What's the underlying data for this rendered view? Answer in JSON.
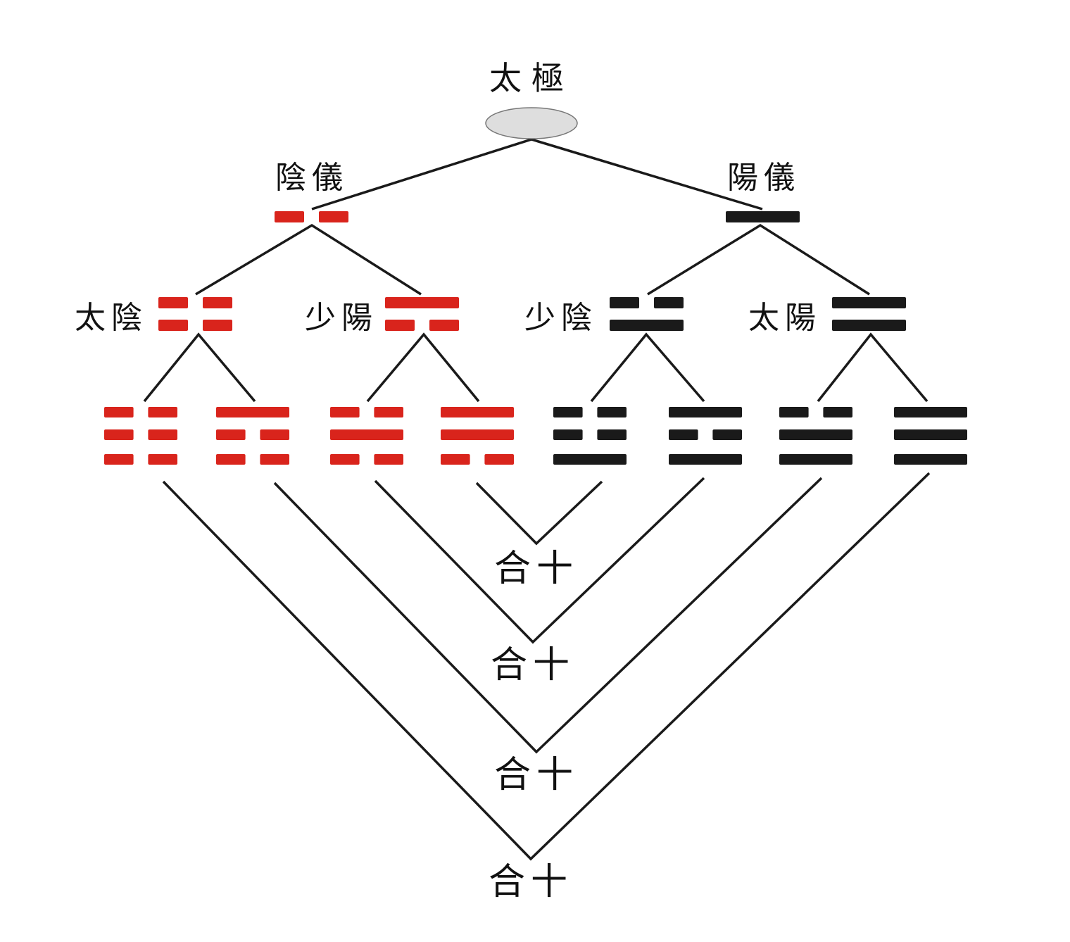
{
  "colors": {
    "yin": "#d9241c",
    "yang": "#1a1a1a",
    "line": "#1a1a1a",
    "taiji_fill": "#dedede"
  },
  "root": {
    "label": "太極"
  },
  "level1": [
    {
      "label": "陰儀",
      "lines": [
        "yin"
      ],
      "color": "yin"
    },
    {
      "label": "陽儀",
      "lines": [
        "yang"
      ],
      "color": "yang"
    }
  ],
  "level2": [
    {
      "label": "太陰",
      "lines": [
        "yin",
        "yin"
      ],
      "color": "yin"
    },
    {
      "label": "少陽",
      "lines": [
        "yang",
        "yin"
      ],
      "color": "yin"
    },
    {
      "label": "少陰",
      "lines": [
        "yin",
        "yang"
      ],
      "color": "yang"
    },
    {
      "label": "太陽",
      "lines": [
        "yang",
        "yang"
      ],
      "color": "yang"
    }
  ],
  "level3": [
    {
      "lines": [
        "yin",
        "yin",
        "yin"
      ],
      "color": "yin"
    },
    {
      "lines": [
        "yang",
        "yin",
        "yin"
      ],
      "color": "yin"
    },
    {
      "lines": [
        "yin",
        "yang",
        "yin"
      ],
      "color": "yin"
    },
    {
      "lines": [
        "yang",
        "yang",
        "yin"
      ],
      "color": "yin"
    },
    {
      "lines": [
        "yin",
        "yin",
        "yang"
      ],
      "color": "yang"
    },
    {
      "lines": [
        "yang",
        "yin",
        "yang"
      ],
      "color": "yang"
    },
    {
      "lines": [
        "yin",
        "yang",
        "yang"
      ],
      "color": "yang"
    },
    {
      "lines": [
        "yang",
        "yang",
        "yang"
      ],
      "color": "yang"
    }
  ],
  "pairs": [
    {
      "label": "合十",
      "members": [
        4,
        5
      ]
    },
    {
      "label": "合十",
      "members": [
        3,
        6
      ]
    },
    {
      "label": "合十",
      "members": [
        2,
        7
      ]
    },
    {
      "label": "合十",
      "members": [
        1,
        8
      ]
    }
  ]
}
